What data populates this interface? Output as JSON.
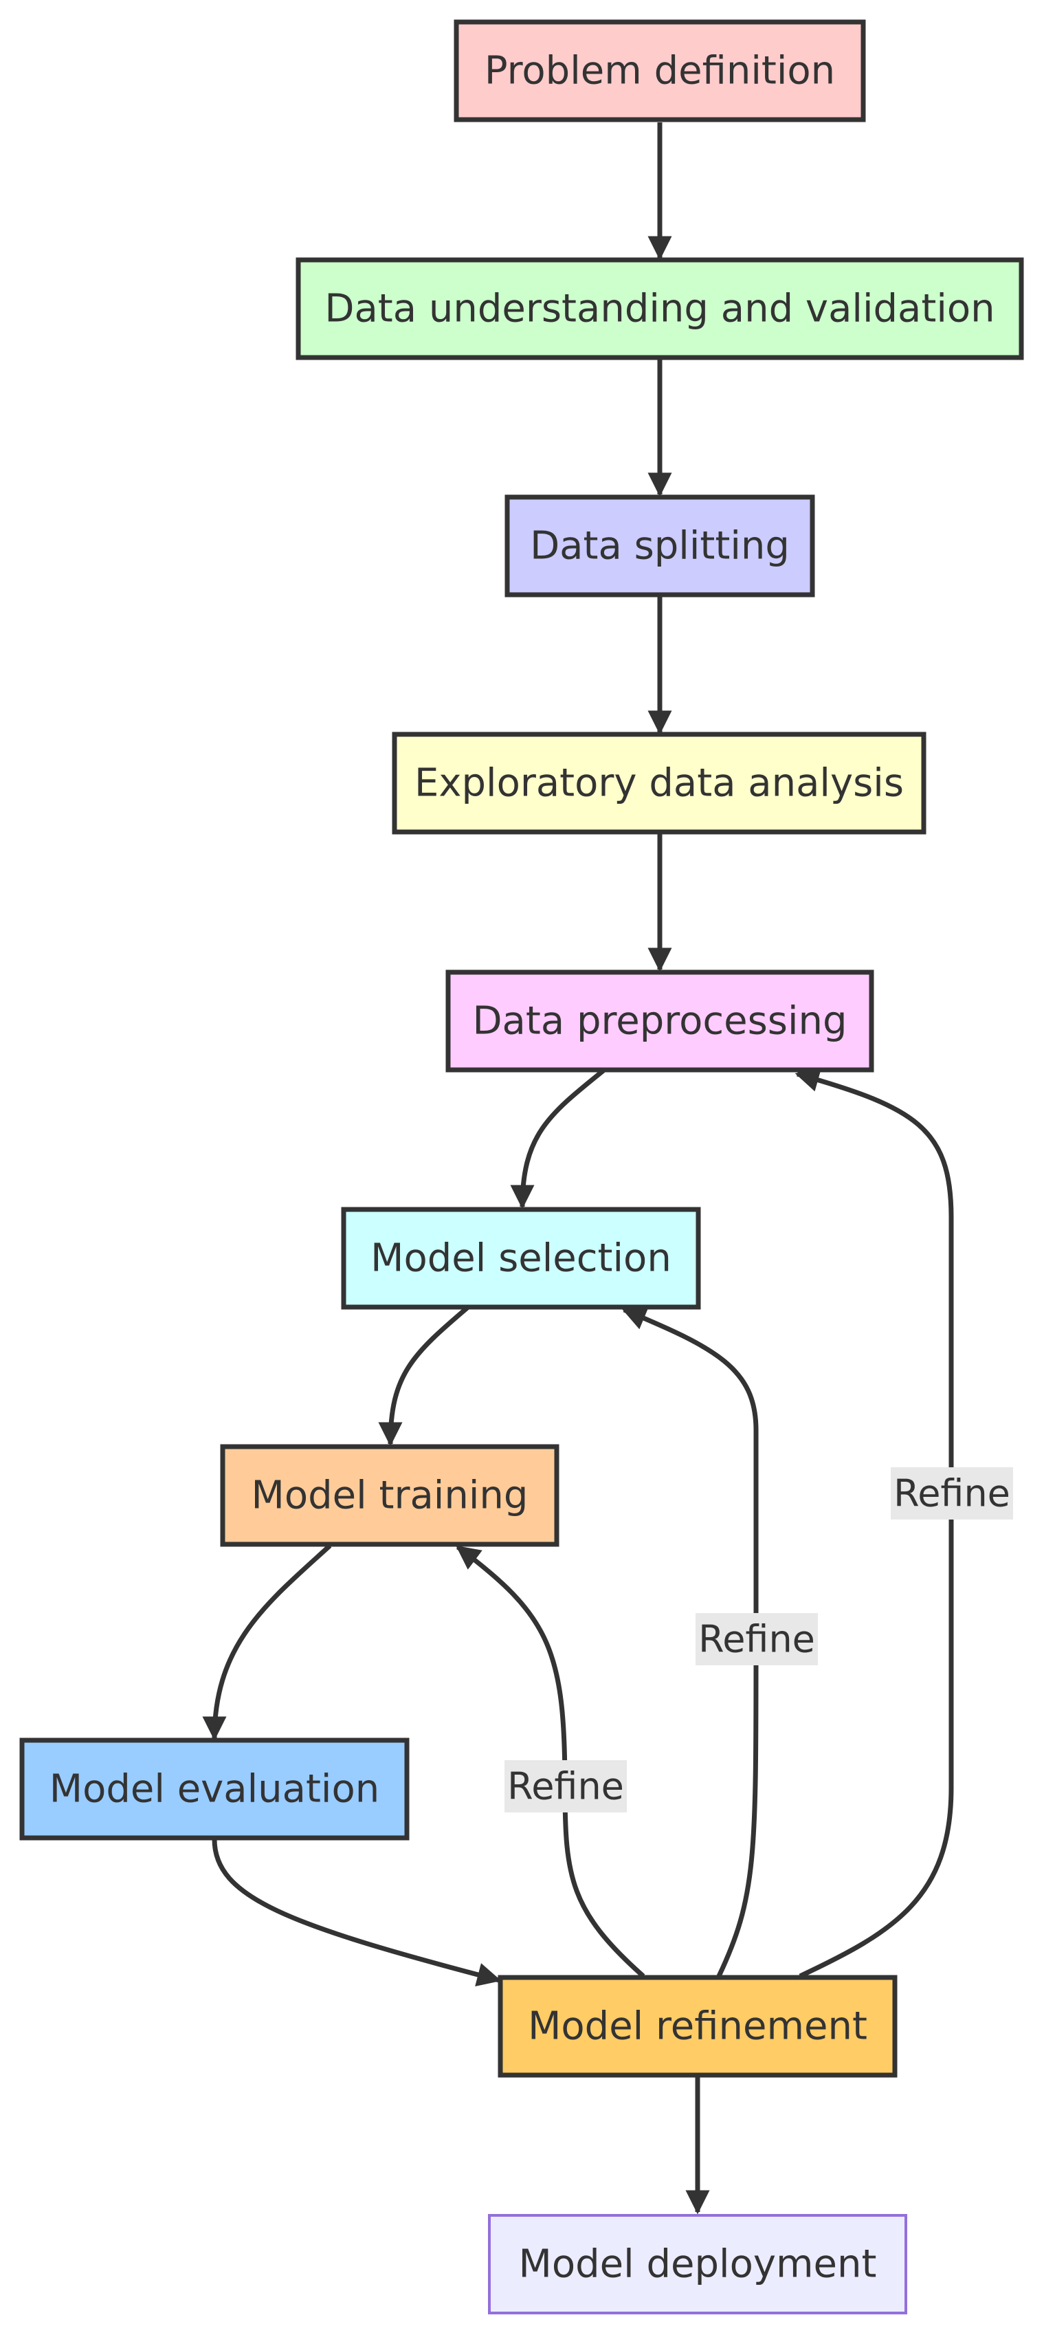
{
  "colors": {
    "stroke": "#333333",
    "edge": "#333333",
    "edge_label_bg": "#e8e8e8",
    "deploy_stroke": "#9370db"
  },
  "nodes": {
    "problem_definition": {
      "label": "Problem definition",
      "fill": "#ffcccc"
    },
    "data_understanding": {
      "label": "Data understanding and validation",
      "fill": "#ccffcc"
    },
    "data_splitting": {
      "label": "Data splitting",
      "fill": "#ccccff"
    },
    "eda": {
      "label": "Exploratory data analysis",
      "fill": "#ffffcc"
    },
    "data_preprocessing": {
      "label": "Data preprocessing",
      "fill": "#ffccff"
    },
    "model_selection": {
      "label": "Model selection",
      "fill": "#ccffff"
    },
    "model_training": {
      "label": "Model training",
      "fill": "#ffcc99"
    },
    "model_evaluation": {
      "label": "Model evaluation",
      "fill": "#99ccff"
    },
    "model_refinement": {
      "label": "Model refinement",
      "fill": "#ffcc66"
    },
    "model_deployment": {
      "label": "Model deployment",
      "fill": "#ececff"
    }
  },
  "edges": {
    "refine_training": {
      "label": "Refine"
    },
    "refine_selection": {
      "label": "Refine"
    },
    "refine_preprocessing": {
      "label": "Refine"
    }
  }
}
